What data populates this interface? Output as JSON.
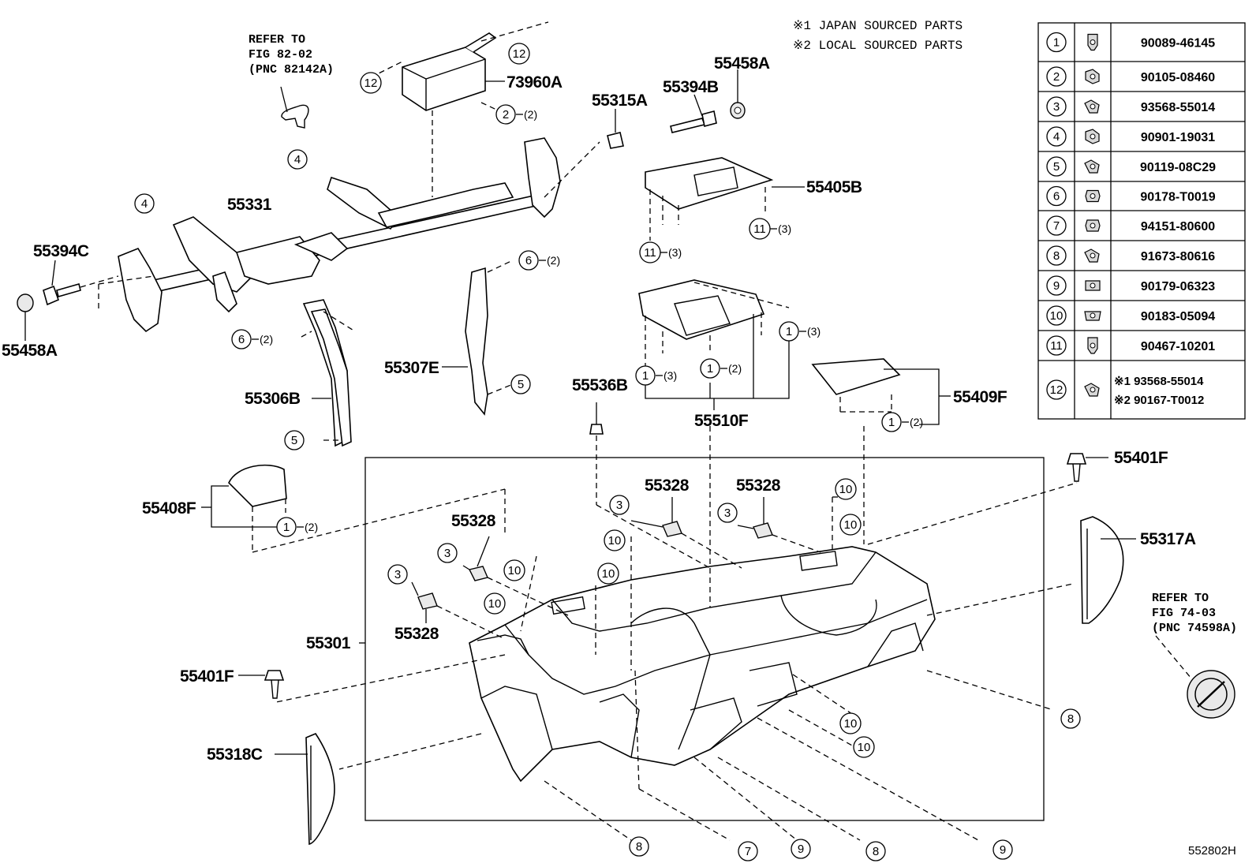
{
  "notes": {
    "line1": "※1 JAPAN SOURCED PARTS",
    "line2": "※2 LOCAL SOURCED PARTS"
  },
  "figure_id": "552802H",
  "references": {
    "top": [
      "REFER TO",
      "FIG 82-02",
      "(PNC 82142A)"
    ],
    "right": [
      "REFER TO",
      "FIG 74-03",
      "(PNC 74598A)"
    ]
  },
  "parts_table": [
    {
      "no": "1",
      "icon": "clip-icon",
      "part": "90089-46145"
    },
    {
      "no": "2",
      "icon": "bolt-icon",
      "part": "90105-08460"
    },
    {
      "no": "3",
      "icon": "screw-icon",
      "part": "93568-55014"
    },
    {
      "no": "4",
      "icon": "bolt-icon",
      "part": "90901-19031"
    },
    {
      "no": "5",
      "icon": "screw-icon",
      "part": "90119-08C29"
    },
    {
      "no": "6",
      "icon": "nut-icon",
      "part": "90178-T0019"
    },
    {
      "no": "7",
      "icon": "nut-icon",
      "part": "94151-80600"
    },
    {
      "no": "8",
      "icon": "screw-icon",
      "part": "91673-80616"
    },
    {
      "no": "9",
      "icon": "speed-nut-icon",
      "part": "90179-06323"
    },
    {
      "no": "10",
      "icon": "clip-nut-icon",
      "part": "90183-05094"
    },
    {
      "no": "11",
      "icon": "clip-icon",
      "part": "90467-10201"
    },
    {
      "no": "12",
      "icon": "screw-icon",
      "part_lines": [
        "※1 93568-55014",
        "※2 90167-T0012"
      ]
    }
  ],
  "labels": {
    "p73960A": "73960A",
    "p55458A_top": "55458A",
    "p55394B": "55394B",
    "p55315A": "55315A",
    "p55331": "55331",
    "p55394C": "55394C",
    "p55458A_left": "55458A",
    "p55405B": "55405B",
    "p55307E": "55307E",
    "p55306B": "55306B",
    "p55536B": "55536B",
    "p55510F": "55510F",
    "p55409F": "55409F",
    "p55401F_right": "55401F",
    "p55408F": "55408F",
    "p55328_a": "55328",
    "p55328_b": "55328",
    "p55328_c": "55328",
    "p55328_d": "55328",
    "p55317A": "55317A",
    "p55301": "55301",
    "p55401F_left": "55401F",
    "p55318C": "55318C"
  },
  "callouts": [
    {
      "id": "c12a",
      "num": "12",
      "qty": ""
    },
    {
      "id": "c12b",
      "num": "12",
      "qty": ""
    },
    {
      "id": "c2a",
      "num": "2",
      "qty": "(2)"
    },
    {
      "id": "c4a",
      "num": "4",
      "qty": ""
    },
    {
      "id": "c4b",
      "num": "4",
      "qty": ""
    },
    {
      "id": "c6a",
      "num": "6",
      "qty": "(2)"
    },
    {
      "id": "c6b",
      "num": "6",
      "qty": "(2)"
    },
    {
      "id": "c5a",
      "num": "5",
      "qty": ""
    },
    {
      "id": "c5b",
      "num": "5",
      "qty": ""
    },
    {
      "id": "c11a",
      "num": "11",
      "qty": "(3)"
    },
    {
      "id": "c11b",
      "num": "11",
      "qty": "(3)"
    },
    {
      "id": "c1a",
      "num": "1",
      "qty": "(3)"
    },
    {
      "id": "c1b",
      "num": "1",
      "qty": "(3)"
    },
    {
      "id": "c1c",
      "num": "1",
      "qty": "(2)"
    },
    {
      "id": "c1d",
      "num": "1",
      "qty": "(2)"
    },
    {
      "id": "c1e",
      "num": "1",
      "qty": "(2)"
    },
    {
      "id": "c3a",
      "num": "3",
      "qty": ""
    },
    {
      "id": "c3b",
      "num": "3",
      "qty": ""
    },
    {
      "id": "c3c",
      "num": "3",
      "qty": ""
    },
    {
      "id": "c3d",
      "num": "3",
      "qty": ""
    },
    {
      "id": "c10a",
      "num": "10",
      "qty": ""
    },
    {
      "id": "c10b",
      "num": "10",
      "qty": ""
    },
    {
      "id": "c10c",
      "num": "10",
      "qty": ""
    },
    {
      "id": "c10d",
      "num": "10",
      "qty": ""
    },
    {
      "id": "c10e",
      "num": "10",
      "qty": ""
    },
    {
      "id": "c10f",
      "num": "10",
      "qty": ""
    },
    {
      "id": "c10g",
      "num": "10",
      "qty": ""
    },
    {
      "id": "c10h",
      "num": "10",
      "qty": ""
    },
    {
      "id": "c10i",
      "num": "10",
      "qty": ""
    },
    {
      "id": "c8a",
      "num": "8",
      "qty": ""
    },
    {
      "id": "c8b",
      "num": "8",
      "qty": ""
    },
    {
      "id": "c8c",
      "num": "8",
      "qty": ""
    },
    {
      "id": "c7a",
      "num": "7",
      "qty": ""
    },
    {
      "id": "c9a",
      "num": "9",
      "qty": ""
    },
    {
      "id": "c9b",
      "num": "9",
      "qty": ""
    }
  ]
}
